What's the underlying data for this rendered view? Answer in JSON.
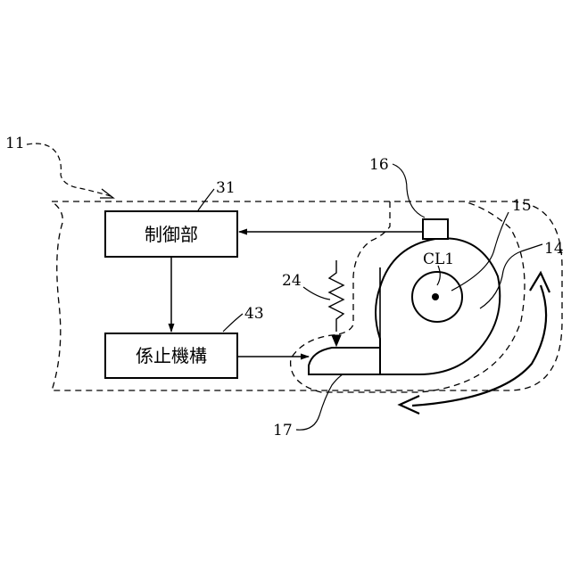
{
  "labels": {
    "ref_11": "11",
    "ref_31": "31",
    "ref_43": "43",
    "ref_24": "24",
    "ref_16": "16",
    "ref_15": "15",
    "ref_14": "14",
    "ref_17": "17",
    "centerline": "CL1"
  },
  "blocks": {
    "control_unit": "制御部",
    "locking_mechanism": "係止機構"
  }
}
